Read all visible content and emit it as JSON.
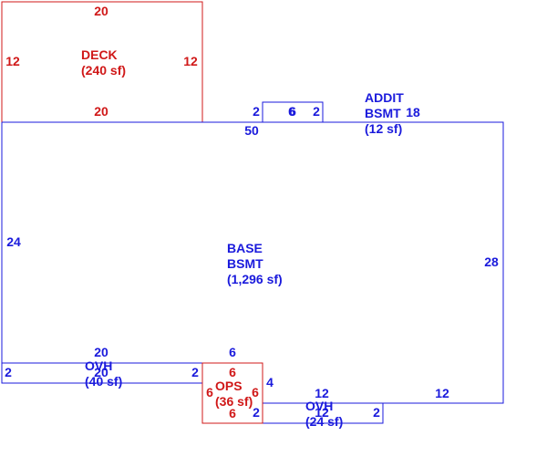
{
  "colors": {
    "blue": "#1a1adc",
    "red": "#d01818"
  },
  "areas": {
    "deck": {
      "name": "DECK",
      "area": "(240 sf)"
    },
    "addit": {
      "name1": "ADDIT",
      "name2": "BSMT",
      "area": "(12 sf)"
    },
    "base": {
      "name1": "BASE",
      "name2": "BSMT",
      "area": "(1,296 sf)"
    },
    "ovh_left": {
      "name": "OVH",
      "area": "(40 sf)"
    },
    "ops": {
      "name": "OPS",
      "area": "(36 sf)"
    },
    "ovh_right": {
      "name": "OVH",
      "area": "(24 sf)"
    }
  },
  "dims": {
    "deck_top": "20",
    "deck_left": "12",
    "deck_right": "12",
    "deck_bottom": "20",
    "addit_left": "2",
    "addit_top": "6",
    "addit_right": "2",
    "addit_bottom": "6",
    "base_top": "50",
    "base_top_right": "18",
    "base_left": "24",
    "base_right": "28",
    "base_bottom_right": "12",
    "ovhl_top": "20",
    "ovhl_left": "2",
    "ovhl_right": "2",
    "ovhl_bottom": "20",
    "ops_top_blue": "6",
    "ops_top": "6",
    "ops_left": "6",
    "ops_right": "6",
    "ops_bottom": "6",
    "ops_side_blue": "4",
    "ovhr_top": "12",
    "ovhr_left": "2",
    "ovhr_right": "2",
    "ovhr_bottom": "12"
  }
}
